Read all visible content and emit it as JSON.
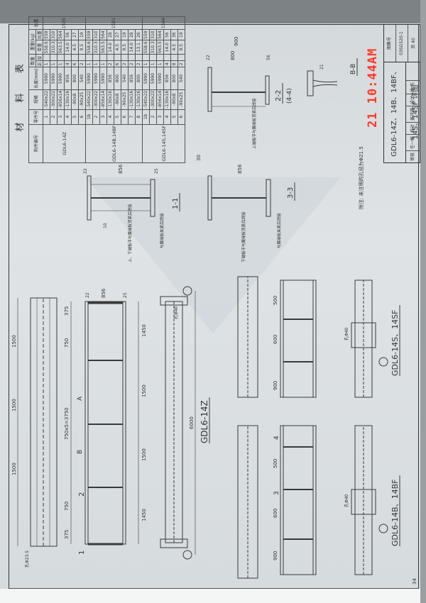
{
  "material_table": {
    "title": "材 料 表",
    "headers": {
      "member": "构件编号",
      "part": "零件号",
      "spec": "规格",
      "length": "长度(mm)",
      "qty": "数量",
      "qty_pos": "正",
      "qty_neg": "反",
      "weight": "重量(kg)",
      "unit": "单重",
      "total": "共重",
      "sum": "总重"
    },
    "groups": [
      {
        "member": "GDL6-14Z",
        "sum": "1535",
        "rows": [
          {
            "part": "1",
            "spec": "-540x22",
            "length": "5990",
            "pos": "1",
            "neg": "",
            "unit": "558.6",
            "total": "559"
          },
          {
            "part": "2",
            "spec": "-300x22",
            "length": "5990",
            "pos": "1",
            "neg": "",
            "unit": "310.3",
            "total": "310"
          },
          {
            "part": "3",
            "spec": "-856x14",
            "length": "5990",
            "pos": "1",
            "neg": "",
            "unit": "563.5",
            "total": "564"
          },
          {
            "part": "4",
            "spec": "-130x16",
            "length": "856",
            "pos": "4",
            "neg": "",
            "unit": "14.0",
            "total": "56"
          },
          {
            "part": "5",
            "spec": "-90x8",
            "length": "800",
            "pos": "6",
            "neg": "",
            "unit": "4.5",
            "total": "27"
          },
          {
            "part": "6",
            "spec": "-90x25",
            "length": "540",
            "pos": "2",
            "neg": "",
            "unit": "9.5",
            "total": "19"
          }
        ]
      },
      {
        "member": "GDL6-14B,14BF",
        "sum": "1581",
        "rows": [
          {
            "part": "1b",
            "spec": "-540x22",
            "length": "5990",
            "pos": "1",
            "neg": "",
            "unit": "558.6",
            "total": "559"
          },
          {
            "part": "2",
            "spec": "-300x22",
            "length": "5990",
            "pos": "1",
            "neg": "",
            "unit": "310.3",
            "total": "310"
          },
          {
            "part": "3",
            "spec": "-856x14",
            "length": "5990",
            "pos": "1",
            "neg": "",
            "unit": "563.5",
            "total": "564"
          },
          {
            "part": "4",
            "spec": "-130x16",
            "length": "856",
            "pos": "2",
            "neg": "",
            "unit": "14.0",
            "total": "28"
          },
          {
            "part": "5",
            "spec": "-90x8",
            "length": "800",
            "pos": "6",
            "neg": "",
            "unit": "4.5",
            "total": "27"
          },
          {
            "part": "6",
            "spec": "-90x25",
            "length": "540",
            "pos": "2",
            "neg": "",
            "unit": "9.5",
            "total": "19"
          },
          {
            "part": "7",
            "spec": "-130x16",
            "length": "856",
            "pos": "2",
            "neg": "",
            "unit": "14.0",
            "total": "28"
          },
          {
            "part": "8",
            "spec": "-130x16",
            "length": "800",
            "pos": "2",
            "neg": "",
            "unit": "13.1",
            "total": "26"
          }
        ]
      },
      {
        "member": "GDL6-14S,14SF",
        "sum": "1544",
        "rows": [
          {
            "part": "1b",
            "spec": "-540x22",
            "length": "5990",
            "pos": "1",
            "neg": "",
            "unit": "558.6",
            "total": "559"
          },
          {
            "part": "2",
            "spec": "-300x22",
            "length": "5990",
            "pos": "1",
            "neg": "",
            "unit": "310.3",
            "total": "310"
          },
          {
            "part": "3",
            "spec": "-856x14",
            "length": "5990",
            "pos": "1",
            "neg": "",
            "unit": "563.5",
            "total": "564"
          },
          {
            "part": "4",
            "spec": "-130x16",
            "length": "856",
            "pos": "4",
            "neg": "",
            "unit": "14.0",
            "total": "56"
          },
          {
            "part": "5",
            "spec": "-90x8",
            "length": "800",
            "pos": "8",
            "neg": "",
            "unit": "4.5",
            "total": "36"
          },
          {
            "part": "6",
            "spec": "-90x25",
            "length": "540",
            "pos": "2",
            "neg": "",
            "unit": "9.5",
            "total": "19"
          }
        ]
      }
    ]
  },
  "drawings": {
    "gdl14z": {
      "label": "GDL6-14Z",
      "total_length": "6000",
      "pitch": "750x5=3750",
      "seg1": "1500",
      "seg2": "1450",
      "hole": "孔Φ23.5",
      "hole_big": "孔Φ40",
      "flange_w": "856",
      "d22": "22",
      "d25": "25",
      "d375": "375",
      "d750": "750",
      "sec1": "1",
      "sec2": "2",
      "secA": "A",
      "secB": "B"
    },
    "gdl14b": {
      "label": "GDL6-14B、14BF",
      "d600": "600",
      "d900": "900",
      "d500": "500",
      "hole_big": "孔Φ40",
      "sec3": "3",
      "sec4": "4"
    },
    "gdl14s": {
      "label": "GDL6-14S、14SF",
      "d600": "600",
      "d900": "900",
      "d500": "500",
      "hole_big": "孔Φ40"
    },
    "section_1": {
      "title": "1-1",
      "width": "856",
      "d22": "22",
      "d25": "25",
      "weld": "10",
      "note": "上、下端板平与翼缘板顶紧后焊接",
      "note2": "与翼缘板夹紧后焊接"
    },
    "section_3": {
      "title": "3-3",
      "width": "856",
      "note": "下端板平与翼缘板顶紧后焊接",
      "note2": "与翼缘板夹紧后焊接"
    },
    "section_2": {
      "title": "2-2",
      "subtitle": "(4-4)",
      "width_total": "900",
      "width": "800",
      "d22": "22",
      "d56": "56",
      "note": "上端板平与翼缘板顶紧后焊接"
    },
    "section_bb": {
      "title": "B-B",
      "dim": "21"
    }
  },
  "note": {
    "heading": "附注:",
    "text": "未注明的孔径为Φ21.5"
  },
  "title_block": {
    "title": "GDL6-14Z、14B、14BF、14S、14SF 详图",
    "review_label": "审核",
    "reviewer": "任一敏",
    "check_label": "校对",
    "checker": "姜可珊",
    "design_label": "设计",
    "designer": "肖 东",
    "atlas_label": "图集号",
    "atlas_no": "03SG520-1",
    "page_label": "页",
    "page_no": "40"
  },
  "stamp": "21 10:44AM",
  "page_marks": {
    "left": "34",
    "table": "30"
  },
  "colors": {
    "paper": "#dfe3e5",
    "ink": "#333333",
    "stamp": "#ff3a2a"
  }
}
